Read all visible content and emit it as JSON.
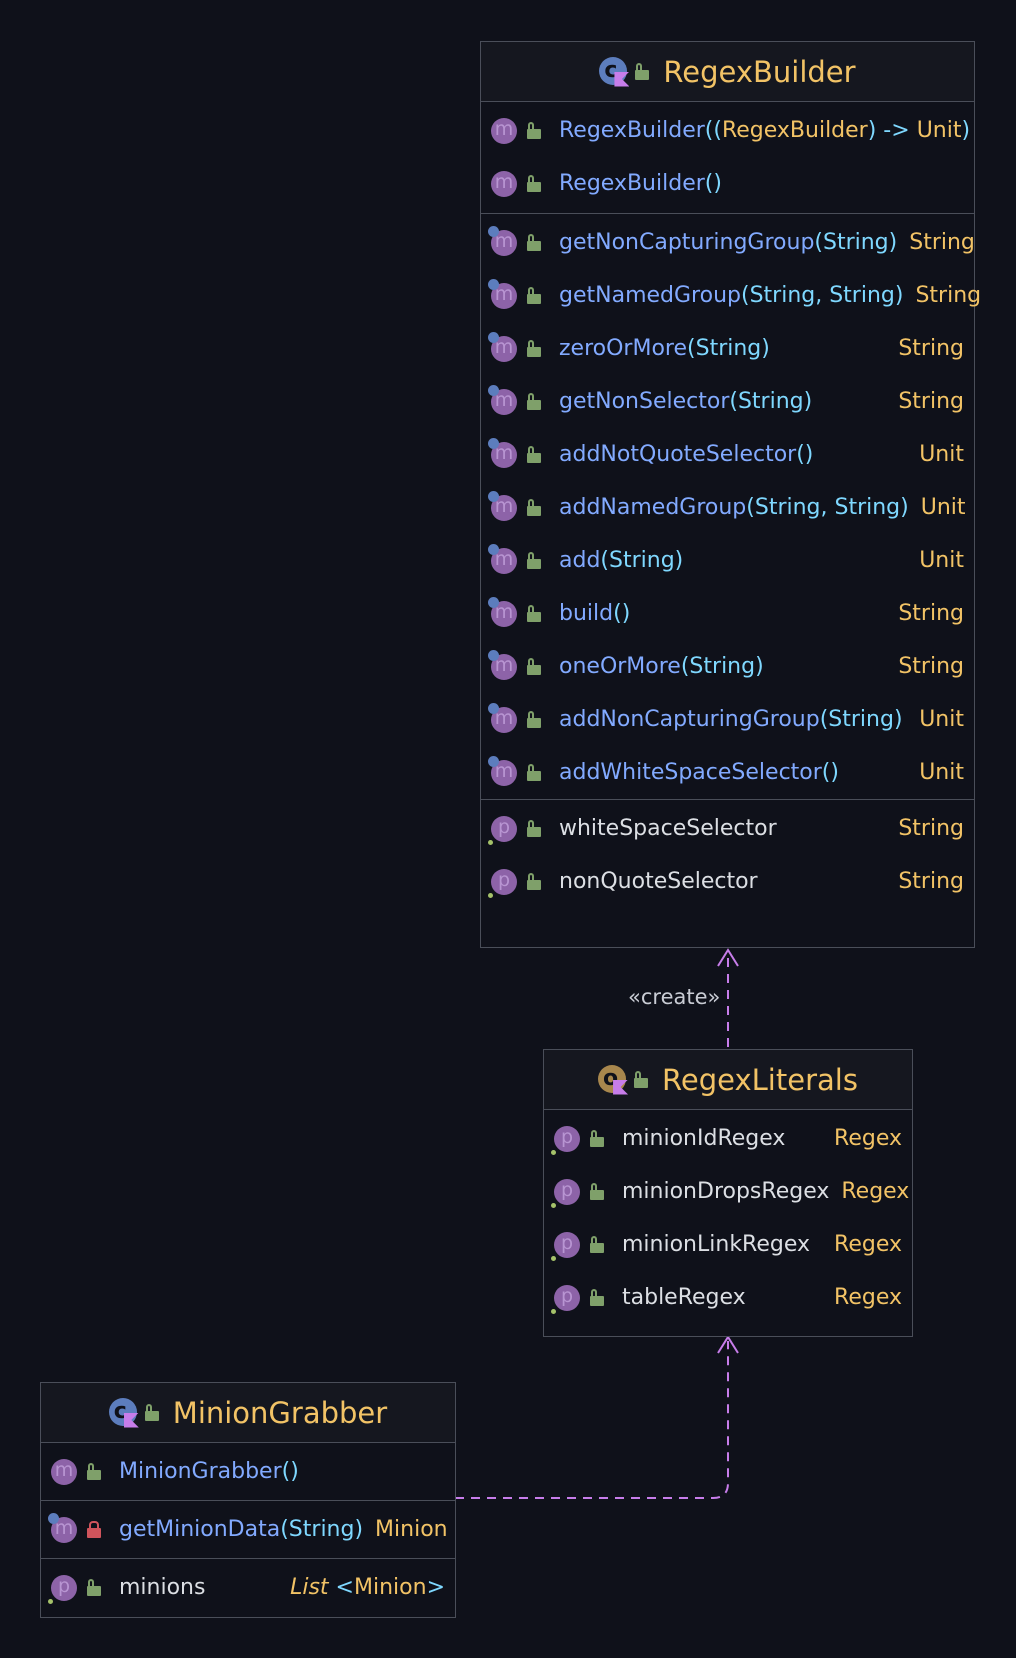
{
  "classes": {
    "regex_builder": {
      "title": "RegexBuilder",
      "constructors": [
        {
          "name": "RegexBuilder",
          "params_open": "((",
          "param_types": "RegexBuilder",
          "params_close": ") -> ",
          "ret_in_params": "Unit",
          "params_end": ")"
        },
        {
          "name": "RegexBuilder",
          "params": "()"
        }
      ],
      "methods": [
        {
          "name": "getNonCapturingGroup",
          "params": "(String)",
          "type": "String"
        },
        {
          "name": "getNamedGroup",
          "params": "(String, String)",
          "type": "String"
        },
        {
          "name": "zeroOrMore",
          "params": "(String)",
          "type": "String"
        },
        {
          "name": "getNonSelector",
          "params": "(String)",
          "type": "String"
        },
        {
          "name": "addNotQuoteSelector",
          "params": "()",
          "type": "Unit"
        },
        {
          "name": "addNamedGroup",
          "params": "(String, String)",
          "type": "Unit"
        },
        {
          "name": "add",
          "params": "(String)",
          "type": "Unit"
        },
        {
          "name": "build",
          "params": "()",
          "type": "String"
        },
        {
          "name": "oneOrMore",
          "params": "(String)",
          "type": "String"
        },
        {
          "name": "addNonCapturingGroup",
          "params": "(String)",
          "type": "Unit"
        },
        {
          "name": "addWhiteSpaceSelector",
          "params": "()",
          "type": "Unit"
        }
      ],
      "properties": [
        {
          "name": "whiteSpaceSelector",
          "type": "String"
        },
        {
          "name": "nonQuoteSelector",
          "type": "String"
        }
      ]
    },
    "regex_literals": {
      "title": "RegexLiterals",
      "properties": [
        {
          "name": "minionIdRegex",
          "type": "Regex"
        },
        {
          "name": "minionDropsRegex",
          "type": "Regex"
        },
        {
          "name": "minionLinkRegex",
          "type": "Regex"
        },
        {
          "name": "tableRegex",
          "type": "Regex"
        }
      ]
    },
    "minion_grabber": {
      "title": "MinionGrabber",
      "constructors": [
        {
          "name": "MinionGrabber",
          "params": "()"
        }
      ],
      "methods": [
        {
          "name": "getMinionData",
          "params": "(String)",
          "type": "Minion"
        }
      ],
      "properties": [
        {
          "name": "minions",
          "type_prefix": "List",
          "type_open": " <",
          "type_arg": "Minion",
          "type_close": ">"
        }
      ]
    }
  },
  "edges": {
    "create_label": "«create»"
  },
  "icons": {
    "class_icon": "kotlin-class-icon",
    "object_icon": "kotlin-object-icon",
    "method_icon": "method-icon",
    "property_icon": "property-icon",
    "public_icon": "public-lock-open-icon",
    "private_icon": "private-lock-closed-icon"
  },
  "colors": {
    "background": "#0f111a",
    "border": "#4a4e59",
    "title": "#f2c366",
    "method": "#82aaff",
    "param": "#7fd8ff",
    "type": "#f2c366",
    "edge": "#c77dea"
  }
}
